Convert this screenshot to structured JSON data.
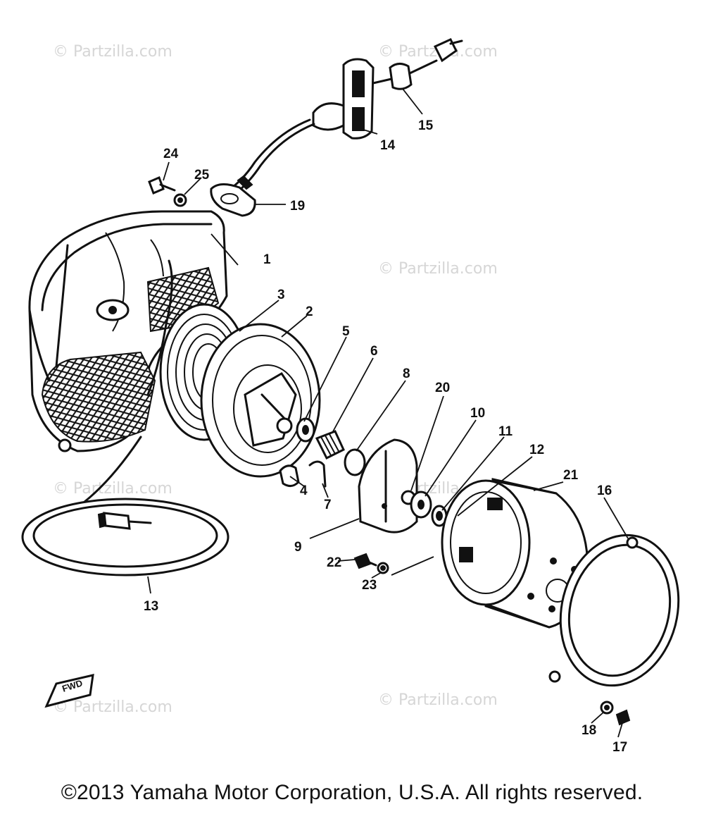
{
  "watermark": "© Partzilla.com",
  "copyright": "©2013 Yamaha Motor Corporation, U.S.A. All rights reserved.",
  "callouts": {
    "c1": "1",
    "c2": "2",
    "c3": "3",
    "c4": "4",
    "c5": "5",
    "c6": "6",
    "c7": "7",
    "c8": "8",
    "c9": "9",
    "c10": "10",
    "c11": "11",
    "c12": "12",
    "c13": "13",
    "c14": "14",
    "c15": "15",
    "c16": "16",
    "c17": "17",
    "c18": "18",
    "c19": "19",
    "c20": "20",
    "c21": "21",
    "c22": "22",
    "c23": "23",
    "c24": "24",
    "c25": "25"
  },
  "fwd_mark": "FWD"
}
